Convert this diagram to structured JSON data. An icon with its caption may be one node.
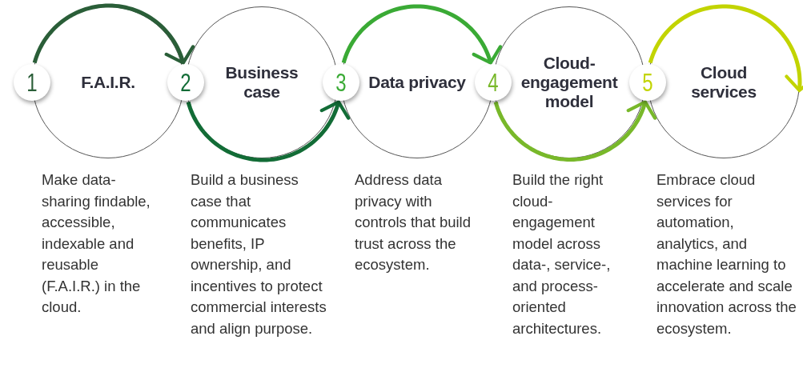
{
  "diagram": {
    "nodes": [
      {
        "text": [
          "1"
        ]
      },
      {
        "text": [
          "F.A.I.R."
        ]
      },
      {
        "text": [
          "2"
        ]
      },
      {
        "text": [
          "Business case"
        ]
      },
      {
        "text": [
          "3"
        ]
      },
      {
        "text": [
          "Data privacy"
        ]
      },
      {
        "text": [
          "4"
        ]
      },
      {
        "text": [
          "Cloud-engagement model"
        ]
      },
      {
        "text": [
          "5"
        ]
      },
      {
        "text": [
          "Cloud services"
        ]
      }
    ],
    "labels": [
      "Make data-sharing findable, accessible, indexable and reusable (F.A.I.R.) in the cloud.",
      "Build a business case that communicates benefits, IP ownership, and incentives to protect commercial interests and align purpose.",
      "Address data privacy with controls that build trust across the ecosystem.",
      "Build the right cloud-engagement model across data-, service-, and process-oriented architectures.",
      "Embrace cloud services for automation, analytics, and machine learning to accelerate and scale innovation across the ecosystem."
    ],
    "edges": [
      {
        "from": 0,
        "to": 2,
        "arrow": "to",
        "color": "#2a5e38"
      },
      {
        "from": 2,
        "to": 4,
        "arrow": "to",
        "color": "#126c36"
      },
      {
        "from": 4,
        "to": 6,
        "arrow": "to",
        "color": "#3aaa35"
      },
      {
        "from": 6,
        "to": 8,
        "arrow": "to",
        "color": "#78b82a"
      },
      {
        "from": 8,
        "to": null,
        "arrow": "to",
        "color": "#c2d400"
      }
    ]
  }
}
